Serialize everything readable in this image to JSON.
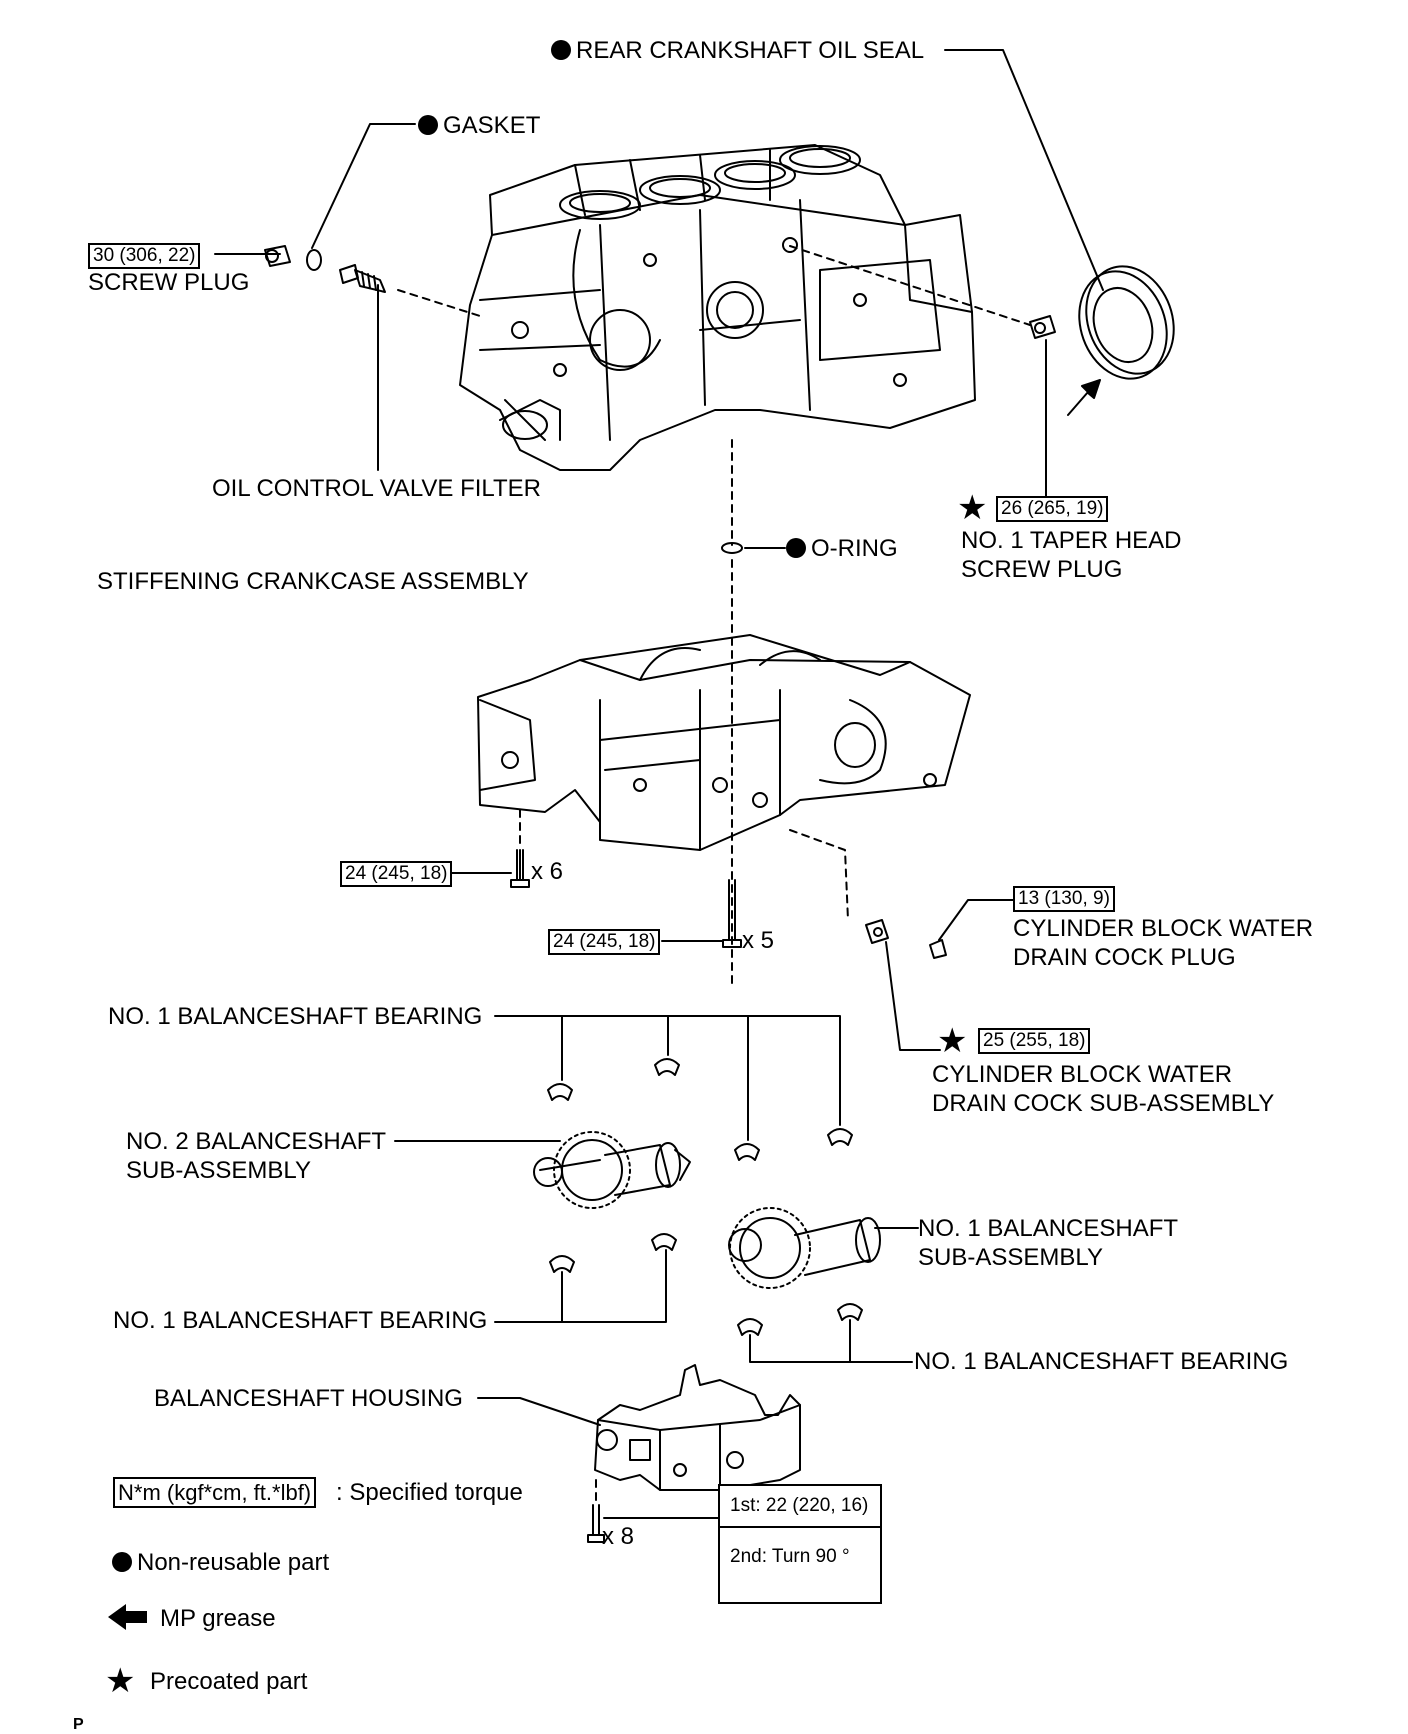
{
  "labels": {
    "rear_oil_seal": "REAR CRANKSHAFT OIL SEAL",
    "gasket": "GASKET",
    "screw_plug": "SCREW PLUG",
    "oil_control_valve_filter": "OIL CONTROL VALVE FILTER",
    "taper_plug_1": "NO. 1 TAPER HEAD",
    "taper_plug_2": "SCREW PLUG",
    "o_ring": "O-RING",
    "stiffening_crankcase": "STIFFENING CRANKCASE ASSEMBLY",
    "x6": "x 6",
    "x5": "x 5",
    "drain_plug_1": "CYLINDER BLOCK WATER",
    "drain_plug_2": "DRAIN COCK PLUG",
    "bearing_top": "NO. 1 BALANCESHAFT BEARING",
    "drain_sub_1": "CYLINDER BLOCK WATER",
    "drain_sub_2": "DRAIN COCK SUB-ASSEMBLY",
    "no2_shaft_1": "NO. 2 BALANCESHAFT",
    "no2_shaft_2": "SUB-ASSEMBLY",
    "no1_shaft_1": "NO. 1 BALANCESHAFT",
    "no1_shaft_2": "SUB-ASSEMBLY",
    "bearing_mid": "NO. 1 BALANCESHAFT BEARING",
    "bearing_right": "NO. 1 BALANCESHAFT BEARING",
    "housing": "BALANCESHAFT HOUSING",
    "x8": "x 8",
    "corner": "P"
  },
  "torque": {
    "screw_plug": "30 (306, 22)",
    "taper_plug": "26 (265, 19)",
    "crankcase_x6": "24 (245, 18)",
    "crankcase_x5": "24 (245, 18)",
    "drain_plug": "13 (130, 9)",
    "drain_sub": "25 (255, 18)",
    "housing_1st": "1st: 22 (220, 16)",
    "housing_2nd": "2nd: Turn 90 °"
  },
  "legend": {
    "torque_box": "N*m (kgf*cm, ft.*lbf)",
    "torque_text": ": Specified torque",
    "nonreusable": "Non-reusable part",
    "grease": "MP grease",
    "precoated": "Precoated part"
  },
  "symbols": {
    "star": "★",
    "dot_meaning": "non-reusable-dot-icon",
    "arrow_meaning": "mp-grease-arrow-icon"
  }
}
